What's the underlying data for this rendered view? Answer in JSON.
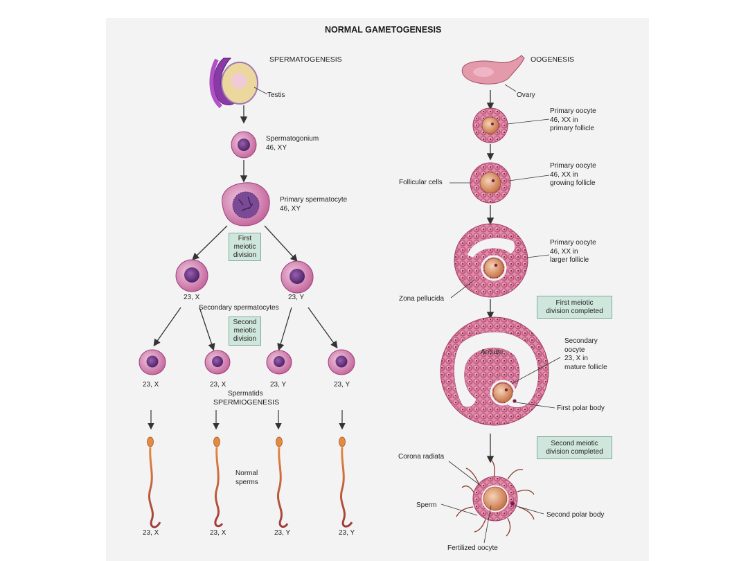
{
  "title": "NORMAL GAMETOGENESIS",
  "spermatogenesis": {
    "heading": "SPERMATOGENESIS",
    "testis": "Testis",
    "spermatogonium": "Spermatogonium\n46, XY",
    "primary_spermatocyte": "Primary spermatocyte\n46, XY",
    "first_meiotic": "First\nmeiotic\ndivision",
    "secondary_left": "23, X",
    "secondary_right": "23, Y",
    "secondary_label": "Secondary spermatocytes",
    "second_meiotic": "Second\nmeiotic\ndivision",
    "spermatid_labels": [
      "23, X",
      "23, X",
      "23, Y",
      "23, Y"
    ],
    "spermatids_label": "Spermatids",
    "spermiogenesis": "SPERMIOGENESIS",
    "normal_sperms": "Normal\nsperms",
    "sperm_labels": [
      "23, X",
      "23, X",
      "23, Y",
      "23, Y"
    ]
  },
  "oogenesis": {
    "heading": "OOGENESIS",
    "ovary": "Ovary",
    "primary_follicle": "Primary oocyte\n46, XX in\nprimary follicle",
    "follicular_cells": "Follicular cells",
    "growing_follicle": "Primary oocyte\n46, XX in\ngrowing follicle",
    "larger_follicle": "Primary oocyte\n46, XX in\nlarger follicle",
    "zona_pellucida": "Zona pellucida",
    "first_meiotic_completed": "First meiotic\ndivision completed",
    "antrum": "Antrum",
    "secondary_oocyte": "Secondary\noocyte\n23, X in\nmature follicle",
    "first_polar_body": "First polar body",
    "second_meiotic_completed": "Second meiotic\ndivision completed",
    "corona_radiata": "Corona radiata",
    "sperm": "Sperm",
    "second_polar_body": "Second polar body",
    "fertilized_oocyte": "Fertilized oocyte"
  }
}
